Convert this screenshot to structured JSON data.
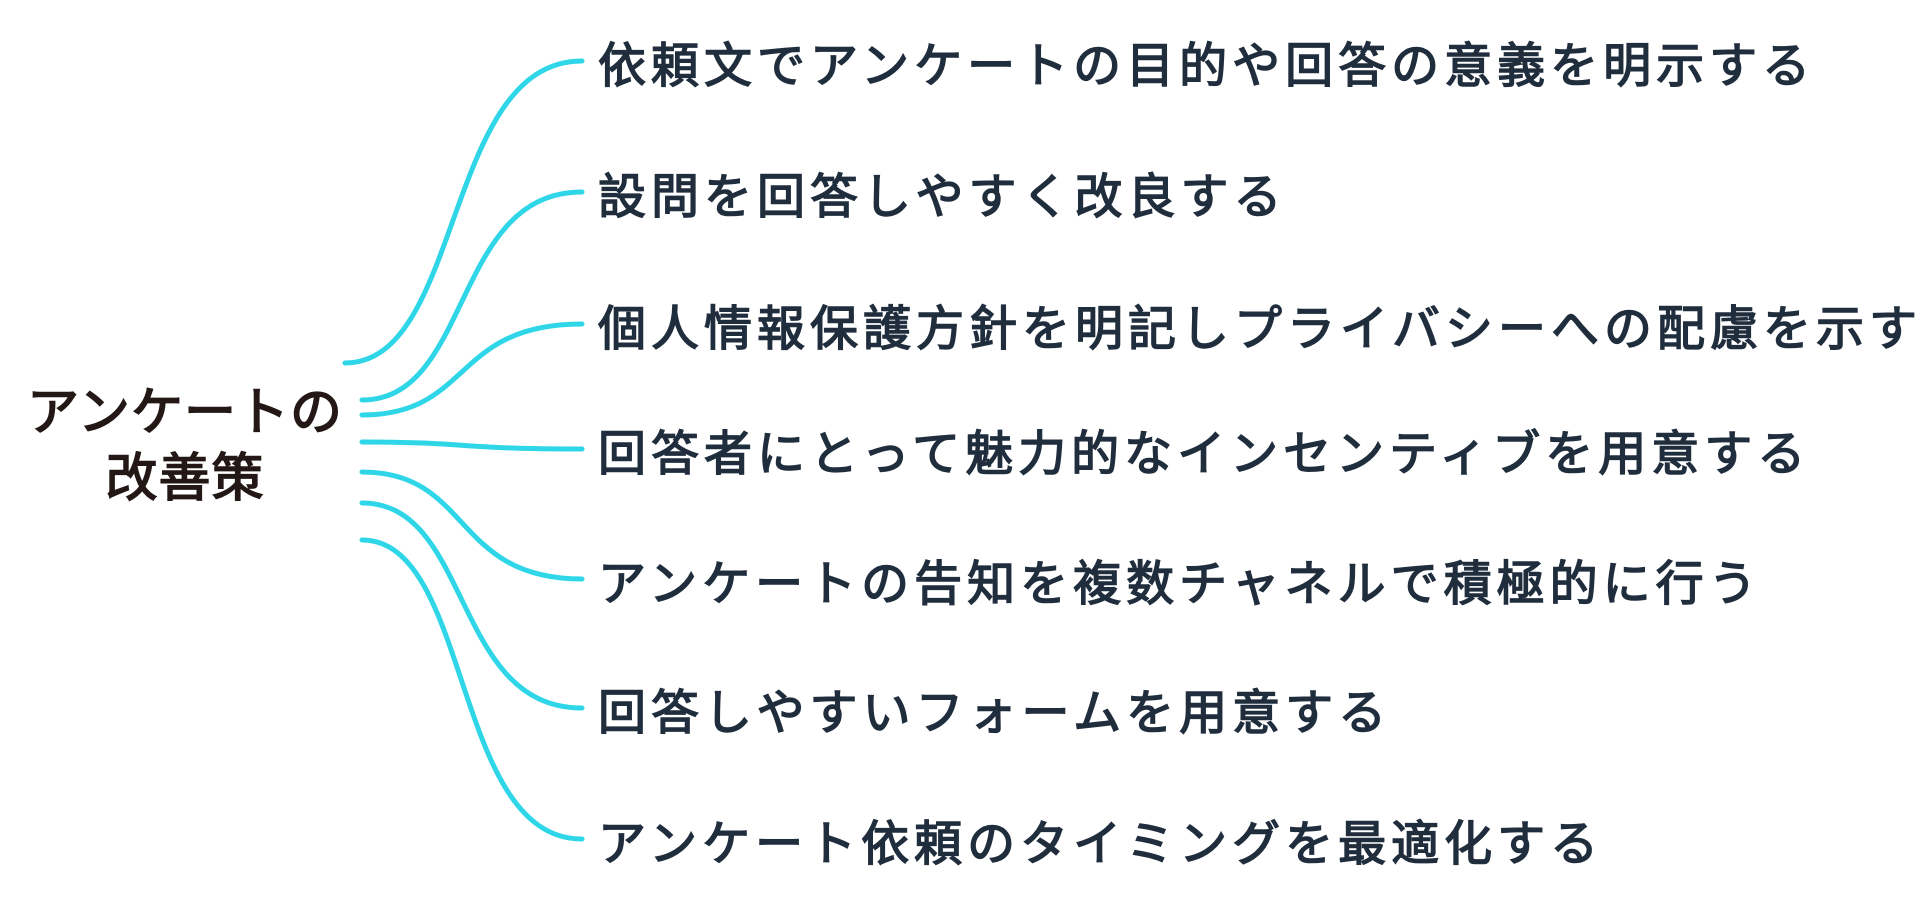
{
  "root": {
    "line1": "アンケートの",
    "line2": "改善策"
  },
  "branch_color": "#2fd6e8",
  "items": [
    "依頼文でアンケートの目的や回答の意義を明示する",
    "設問を回答しやすく改良する",
    "個人情報保護方針を明記しプライバシーへの配慮を示す",
    "回答者にとって魅力的なインセンティブを用意する",
    "アンケートの告知を複数チャネルで積極的に行う",
    "回答しやすいフォームを用意する",
    "アンケート依頼のタイミングを最適化する"
  ]
}
